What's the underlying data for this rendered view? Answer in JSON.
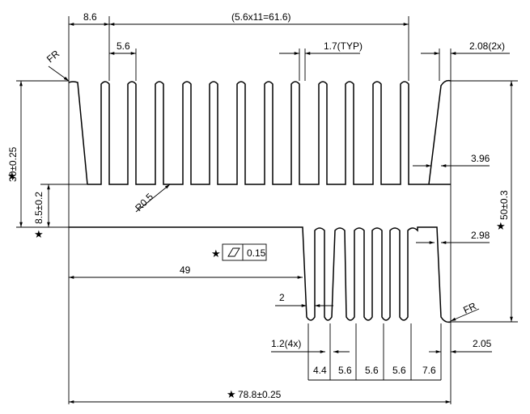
{
  "colors": {
    "line": "#000000",
    "background": "#ffffff"
  },
  "symbols": {
    "star": "★",
    "flatness_icon": "parallelogram-icon"
  },
  "labels": {
    "top_margin": "8.6",
    "top_pitch_total": "(5.6x11=61.6)",
    "top_pitch": "5.6",
    "fin_thickness_typ": "1.7(TYP)",
    "corner_taper": "2.08(2x)",
    "fillet_r_top": "FR",
    "fillet_r_bottom": "FR",
    "root_radius": "R0.5",
    "height_top": "30±0.25",
    "base_thickness": "8.5±0.2",
    "right_fin_gap_top": "3.96",
    "total_height": "50±0.3",
    "right_fin_gap_bottom": "2.98",
    "flatness_value": "0.15",
    "offset_bottom_fins": "49",
    "bottom_gap": "2",
    "bottom_fin_thickness": "1.2(4x)",
    "bottom_pitch_1": "4.4",
    "bottom_pitch_2": "5.6",
    "bottom_pitch_3": "5.6",
    "bottom_pitch_4": "5.6",
    "bottom_pitch_5": "7.6",
    "bottom_right_margin": "2.05",
    "total_width": "78.8±0.25"
  }
}
